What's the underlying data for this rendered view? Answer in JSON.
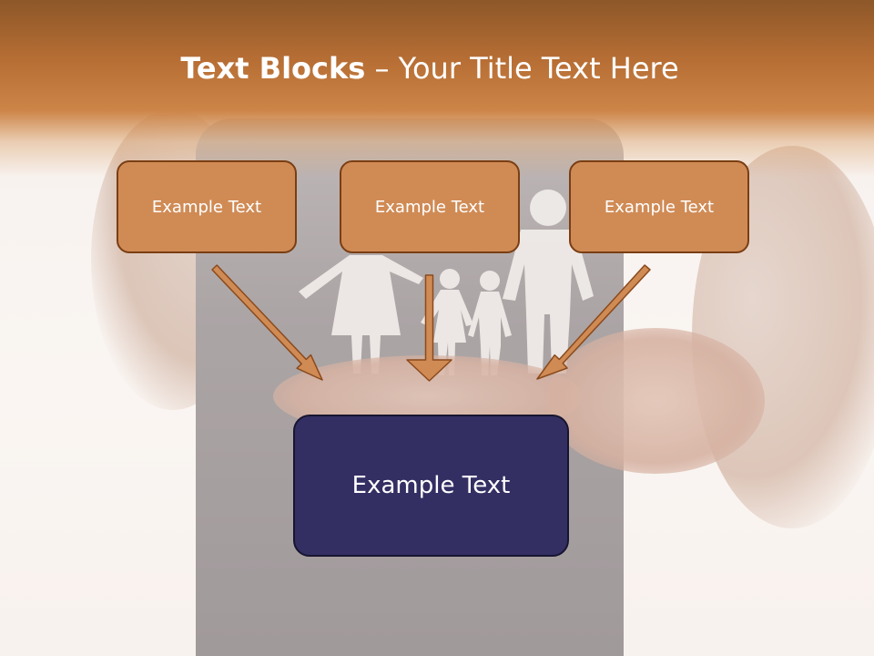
{
  "title": {
    "bold": "Text Blocks",
    "separator": " – ",
    "rest": "Your Title Text Here"
  },
  "blocks": [
    {
      "label": "Example Text"
    },
    {
      "label": "Example Text"
    },
    {
      "label": "Example Text"
    }
  ],
  "main_block": {
    "label": "Example Text"
  },
  "colors": {
    "header": "#c07a3e",
    "block_fill": "#d08b55",
    "block_border": "#7a3e13",
    "main_fill": "#332f63",
    "arrow_fill": "#d08b55"
  }
}
